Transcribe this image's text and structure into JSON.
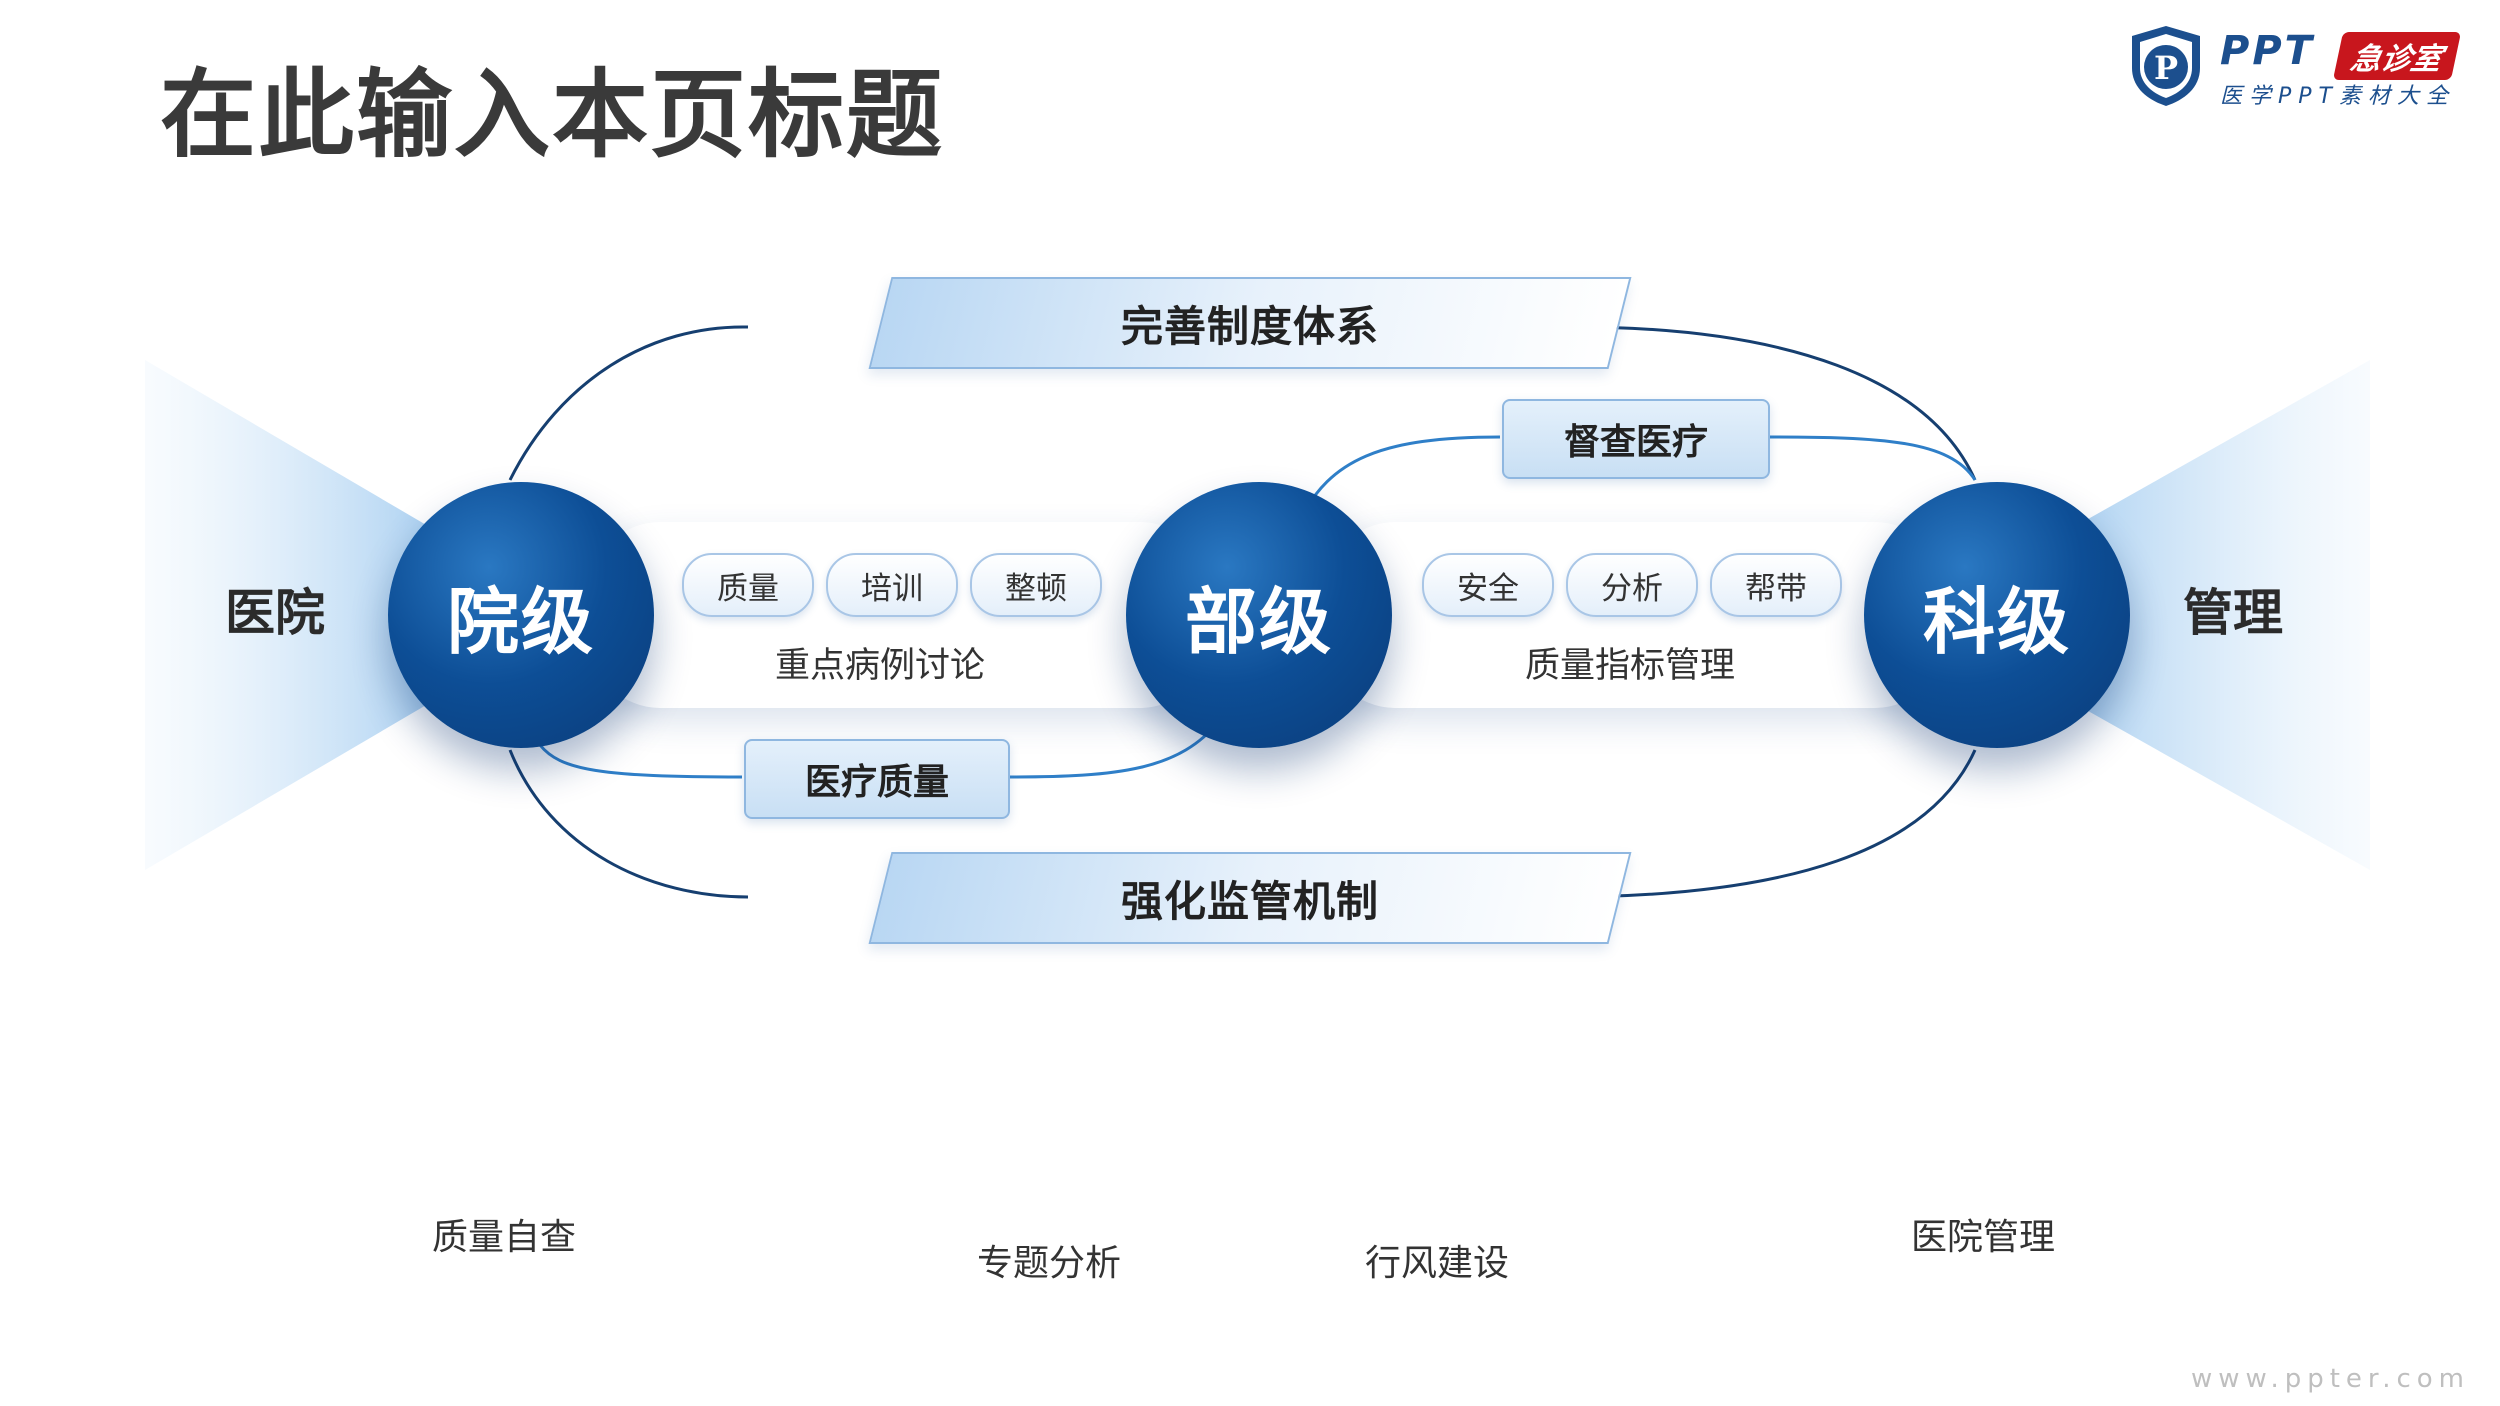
{
  "page": {
    "title": "在此输入本页标题",
    "watermark": "www.ppter.com"
  },
  "logo": {
    "mark": "P",
    "brand": "PPT",
    "badge": "急诊室",
    "subtitle": "医学PPT素材大全"
  },
  "side_labels": {
    "left": "医院",
    "right": "管理"
  },
  "levels": [
    {
      "label": "院级"
    },
    {
      "label": "部级"
    },
    {
      "label": "科级"
    }
  ],
  "panels": [
    {
      "pills": [
        "质量",
        "培训",
        "整顿"
      ],
      "caption": "重点病例讨论"
    },
    {
      "pills": [
        "安全",
        "分析",
        "帮带"
      ],
      "caption": "质量指标管理"
    }
  ],
  "banners": {
    "top": "完善制度体系",
    "bottom": "强化监管机制"
  },
  "tags": {
    "upper_right": "督查医疗",
    "lower_left": "医疗质量"
  },
  "bottom_labels": [
    "质量自查",
    "专题分析",
    "行风建设",
    "医院管理"
  ],
  "colors": {
    "primary_blue": "#0d4e96",
    "accent_red": "#c8161d",
    "line_blue": "#2f7fc8",
    "dark_line": "#163f70"
  }
}
